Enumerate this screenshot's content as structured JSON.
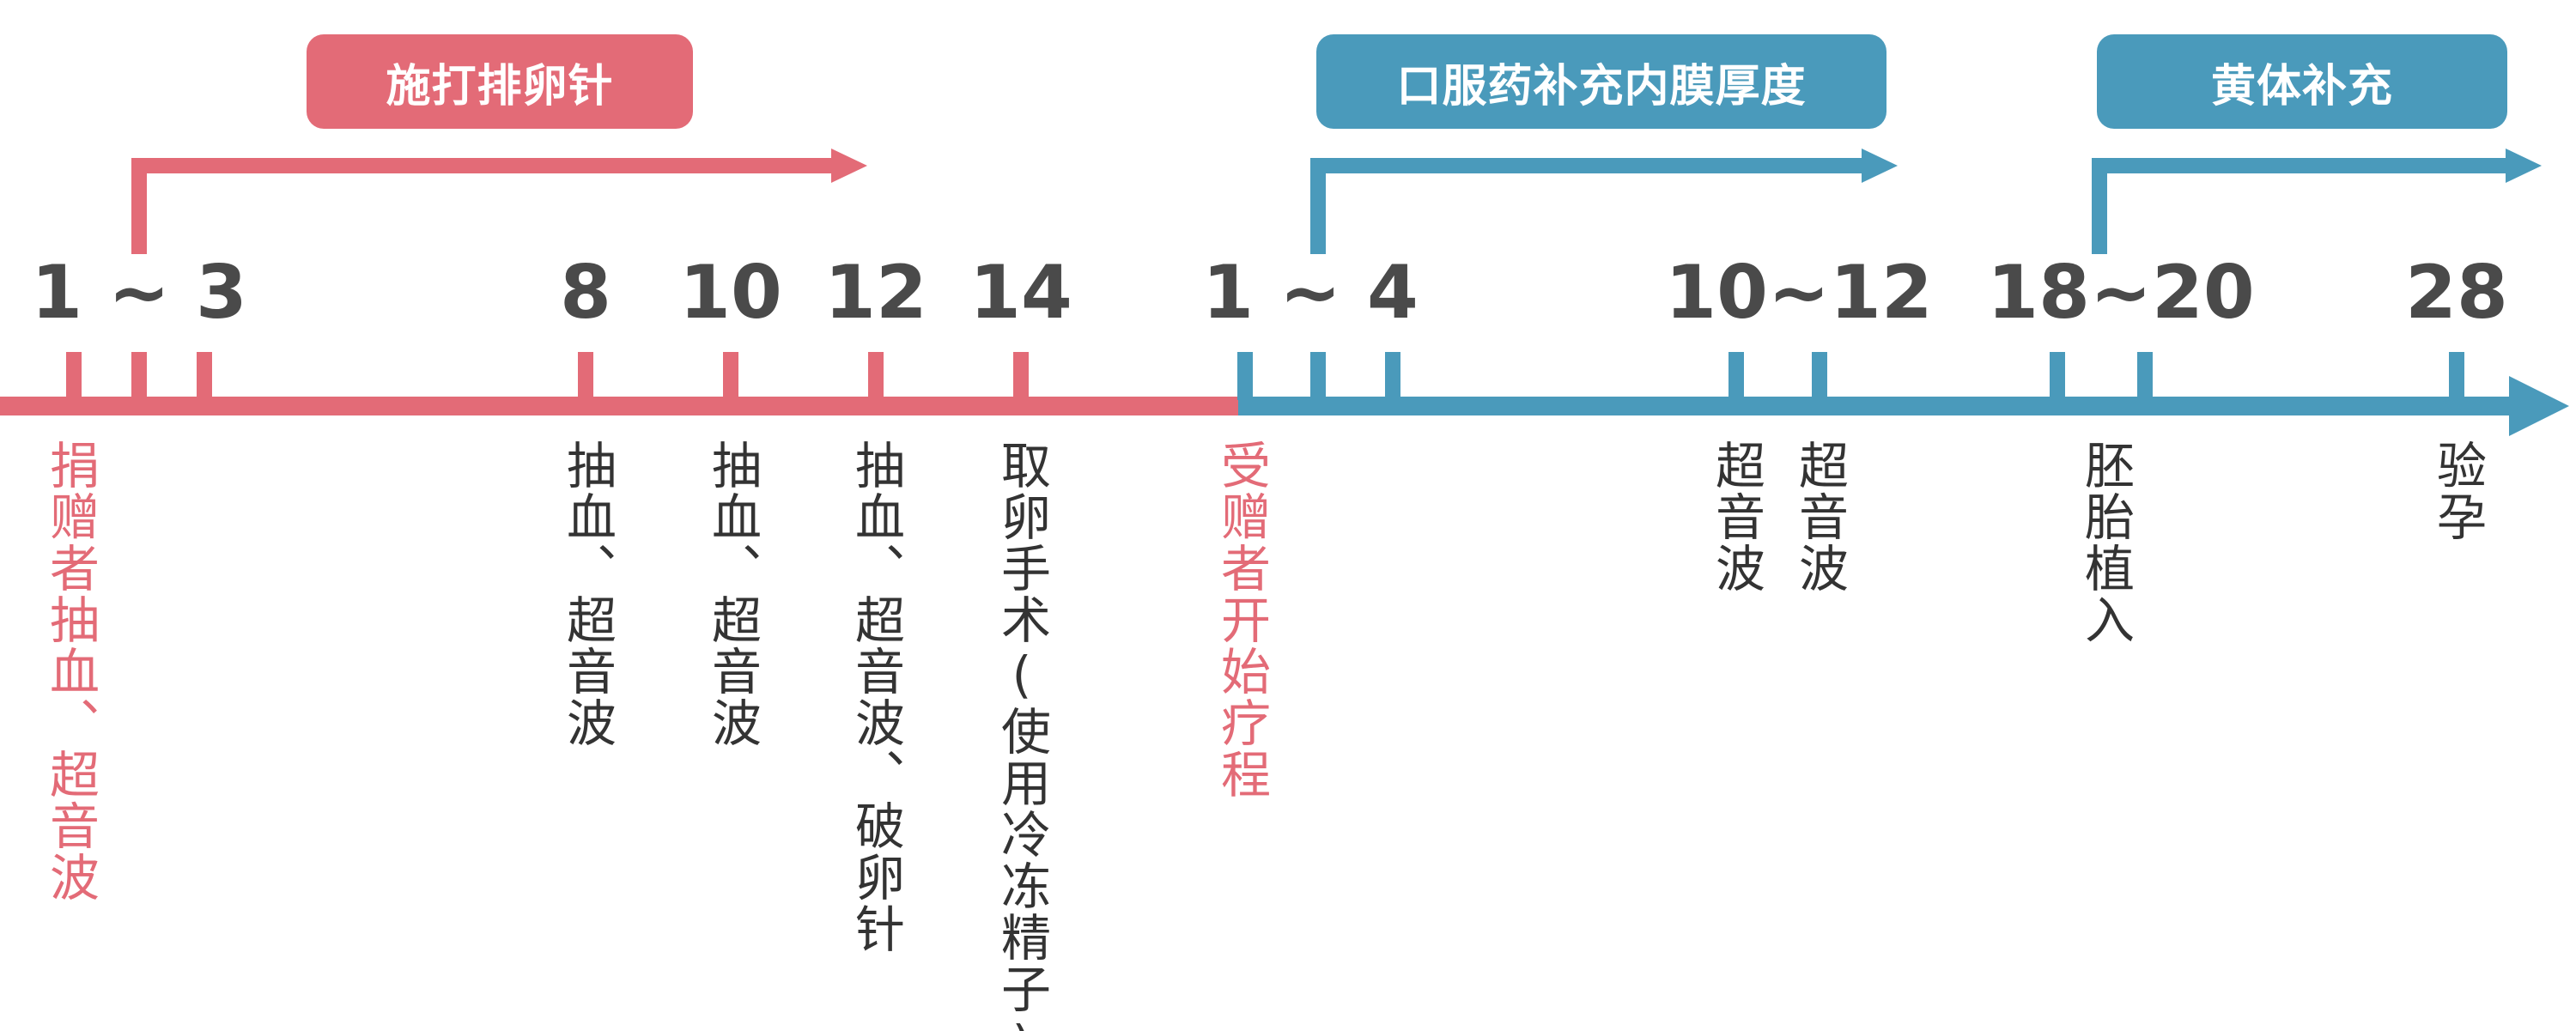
{
  "colors": {
    "pink": "#e36b77",
    "blue": "#4a9abb",
    "text_dark": "#4a4a4a"
  },
  "phases": {
    "ovulation": "施打排卵针",
    "estrogen": "口服药补充内膜厚度",
    "luteal": "黄体补充"
  },
  "days": {
    "d1_3": "1 ~ 3",
    "d8": "8",
    "d10": "10",
    "d12": "12",
    "d14": "14",
    "r1_4": "1 ~ 4",
    "r10_12": "10~12",
    "r18_20": "18~20",
    "r28": "28"
  },
  "events": {
    "donor_start": "捐赠者抽血、超音波",
    "d8": "抽血、超音波",
    "d10": "抽血、超音波",
    "d12": "抽血、超音波、破卵针",
    "d14": "取卵手术(使用冷冻精子)",
    "recipient_start": "受赠者开始疗程",
    "r10": "超音波",
    "r12": "超音波",
    "r18": "胚胎植入",
    "r28": "验孕"
  }
}
